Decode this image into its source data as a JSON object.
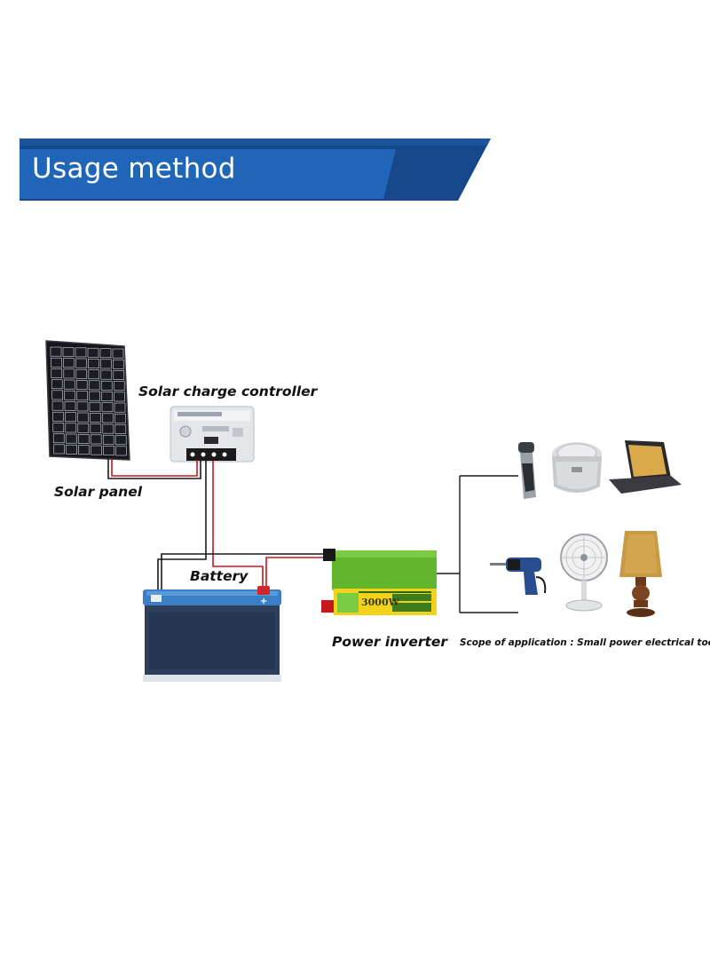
{
  "banner": {
    "title": "Usage method",
    "colors": {
      "primary": "#1e5fae",
      "dark": "#16478a"
    }
  },
  "components": {
    "solar_panel": {
      "label": "Solar panel",
      "icon": "solar-panel-icon"
    },
    "charge_controller": {
      "label": "Solar charge controller",
      "icon": "charge-controller-icon"
    },
    "battery": {
      "label": "Battery",
      "icon": "battery-icon",
      "terminals": [
        "−",
        "+"
      ]
    },
    "inverter": {
      "label": "Power inverter",
      "icon": "power-inverter-icon",
      "rating": "3000W"
    }
  },
  "appliances": {
    "scope_label": "Scope of application : Small power electrical tools",
    "items": [
      {
        "name": "shaver",
        "icon": "shaver-icon"
      },
      {
        "name": "rice cooker",
        "icon": "rice-cooker-icon"
      },
      {
        "name": "laptop",
        "icon": "laptop-icon"
      },
      {
        "name": "drill",
        "icon": "drill-icon"
      },
      {
        "name": "fan",
        "icon": "fan-icon"
      },
      {
        "name": "lamp",
        "icon": "lamp-icon"
      }
    ]
  },
  "colors": {
    "wire_black": "#1a1a1a",
    "wire_red": "#c8161d",
    "inverter_green": "#63b52e",
    "inverter_yellow": "#f2d21a",
    "battery_blue": "#3a7fc8",
    "panel_cell": "#1c1c22"
  }
}
